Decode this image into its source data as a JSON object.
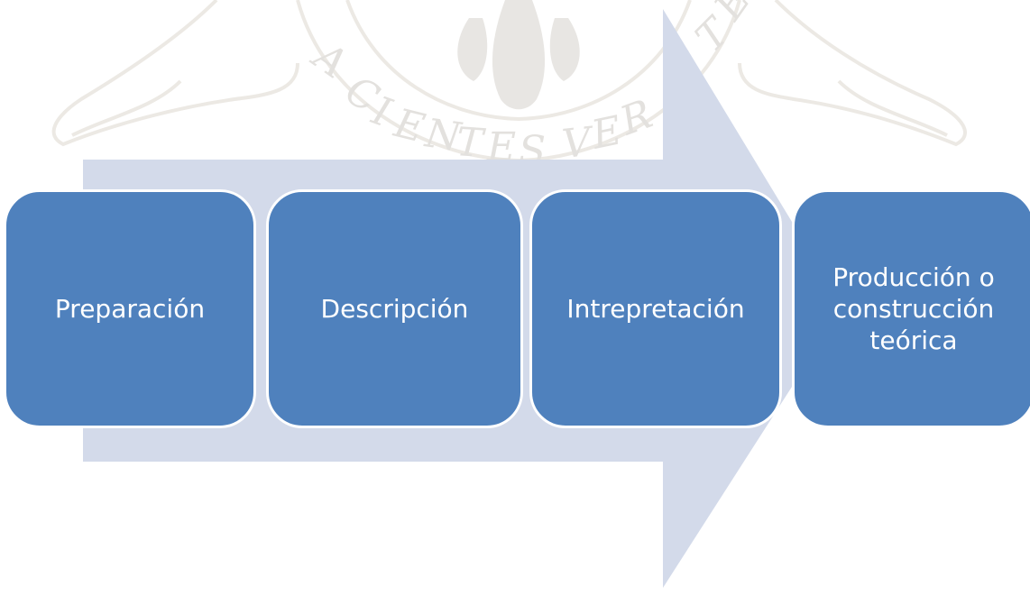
{
  "diagram": {
    "steps": [
      {
        "label": "Preparación"
      },
      {
        "label": "Descripción"
      },
      {
        "label": "Intrepretación"
      },
      {
        "label": "Producción o construcción teórica"
      }
    ],
    "watermark_text": "SCIENTES VERITATEM",
    "colors": {
      "box_fill": "#4f81bd",
      "arrow_fill": "#d3daea",
      "text": "#ffffff"
    }
  }
}
